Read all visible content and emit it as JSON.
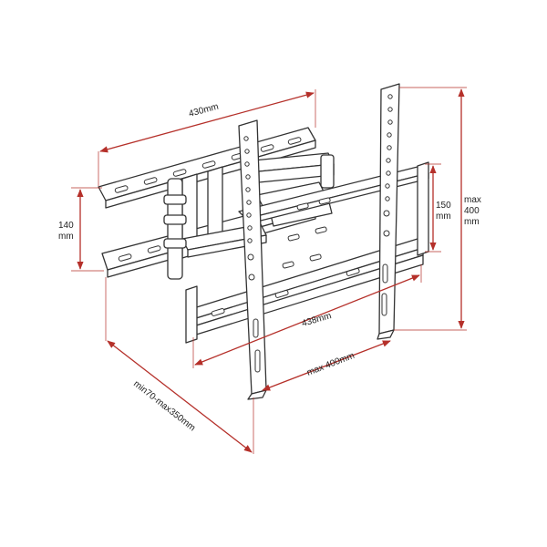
{
  "dimensions": {
    "width_top": "430mm",
    "arm_height_l1": "140",
    "arm_height_l2": "mm",
    "rail_height_l1": "150",
    "rail_height_l2": "mm",
    "max_height_l1": "max",
    "max_height_l2": "400",
    "max_height_l3": "mm",
    "rail_width": "438mm",
    "max_width": "max 400mm",
    "extension": "min70-max350mm"
  },
  "colors": {
    "line": "#333333",
    "dimension": "#b5302a"
  }
}
